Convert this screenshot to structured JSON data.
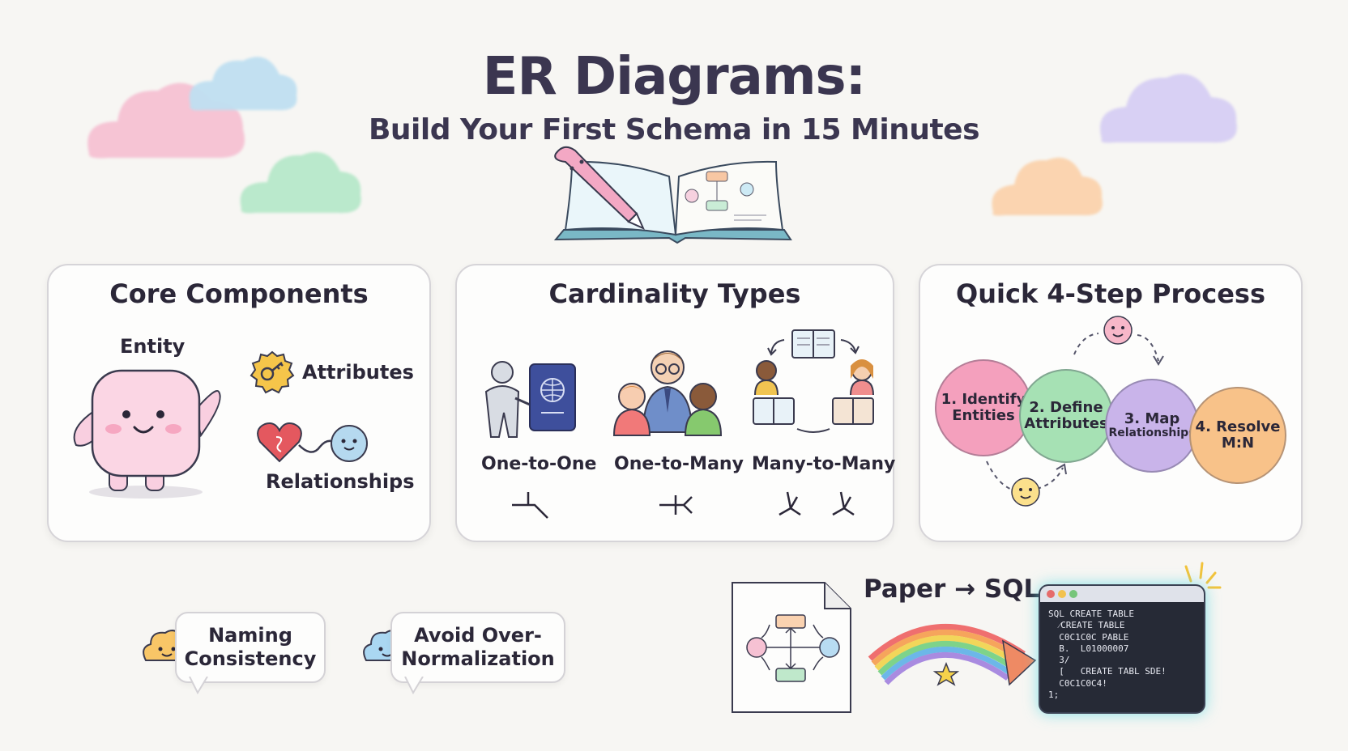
{
  "header": {
    "title": "ER Diagrams:",
    "subtitle": "Build Your First Schema in 15 Minutes"
  },
  "panels": {
    "core": {
      "title": "Core Components",
      "entity_label": "Entity",
      "attributes_label": "Attributes",
      "relationships_label": "Relationships"
    },
    "cardinality": {
      "title": "Cardinality Types",
      "one_to_one": "One-to-One",
      "one_to_many": "One-to-Many",
      "many_to_many": "Many-to-Many"
    },
    "process": {
      "title": "Quick 4-Step Process",
      "steps": [
        {
          "l1": "1. Identify",
          "l2": "Entities",
          "color": "#f4a0bd"
        },
        {
          "l1": "2. Define",
          "l2": "Attributes",
          "color": "#a6e1b4"
        },
        {
          "l1": "3. Map",
          "l2": "Relationships",
          "color": "#c9b4ea"
        },
        {
          "l1": "4. Resolve",
          "l2": "M:N",
          "color": "#f8c289"
        }
      ]
    }
  },
  "tips": {
    "naming_l1": "Naming",
    "naming_l2": "Consistency",
    "avoid_l1": "Avoid Over-",
    "avoid_l2": "Normalization"
  },
  "paper_to_sql": {
    "label": "Paper → SQL",
    "code": [
      "SQL CREATE TABLE",
      "  ⁄CREATE TABLE",
      "  C0C1C0C PABLE",
      "  B.  L01000007",
      "  3/",
      "  [   CREATE TABL SDE!",
      "  C0C1C0C4!",
      "1;"
    ]
  },
  "colors": {
    "pink": "#f4a0bd",
    "green": "#a6e1b4",
    "purple": "#c9b4ea",
    "orange": "#f8c289",
    "blue": "#b5d9ef"
  }
}
